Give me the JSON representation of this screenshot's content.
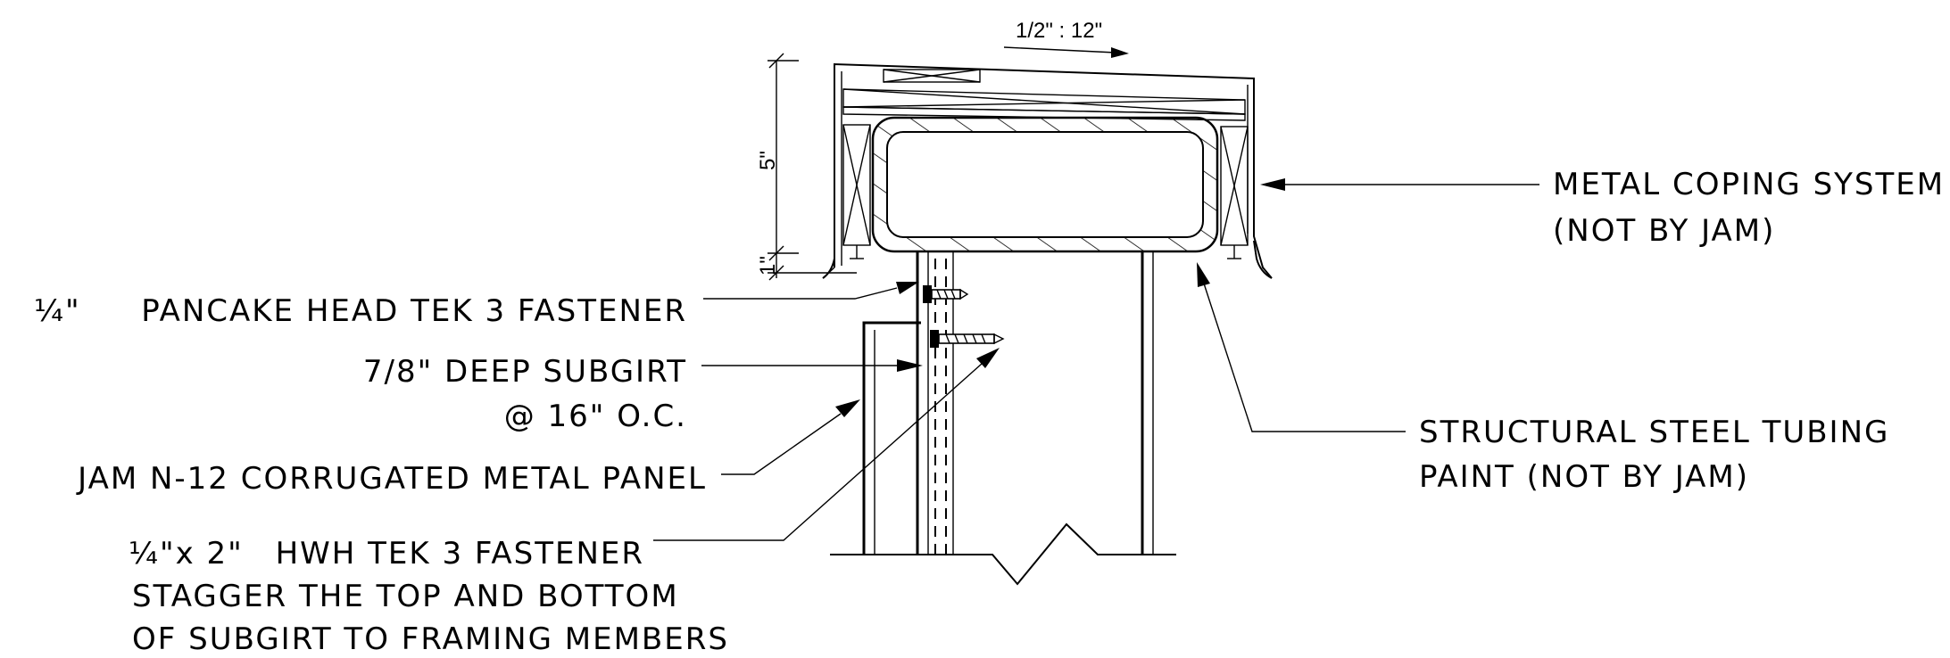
{
  "slope_label": "1/2\" : 12\"",
  "dimensions": {
    "height_5": "5\"",
    "height_1": "1\""
  },
  "callouts": {
    "coping_line1": "METAL COPING SYSTEM",
    "coping_line2": "(NOT BY JAM)",
    "tubing_line1": "STRUCTURAL STEEL TUBING",
    "tubing_line2": "PAINT (NOT BY JAM)",
    "pancake_fraction": "¼\"",
    "pancake_text": "PANCAKE HEAD TEK 3 FASTENER",
    "subgirt_line1": "7/8\" DEEP SUBGIRT",
    "subgirt_line2": "@ 16\" O.C.",
    "panel_line1": "JAM N-12 CORRUGATED METAL PANEL",
    "hwh_fraction": "¼\"x 2\"",
    "hwh_text": "HWH TEK 3 FASTENER",
    "hwh_line2": "STAGGER THE TOP AND BOTTOM",
    "hwh_line3": "OF SUBGIRT TO FRAMING MEMBERS"
  }
}
